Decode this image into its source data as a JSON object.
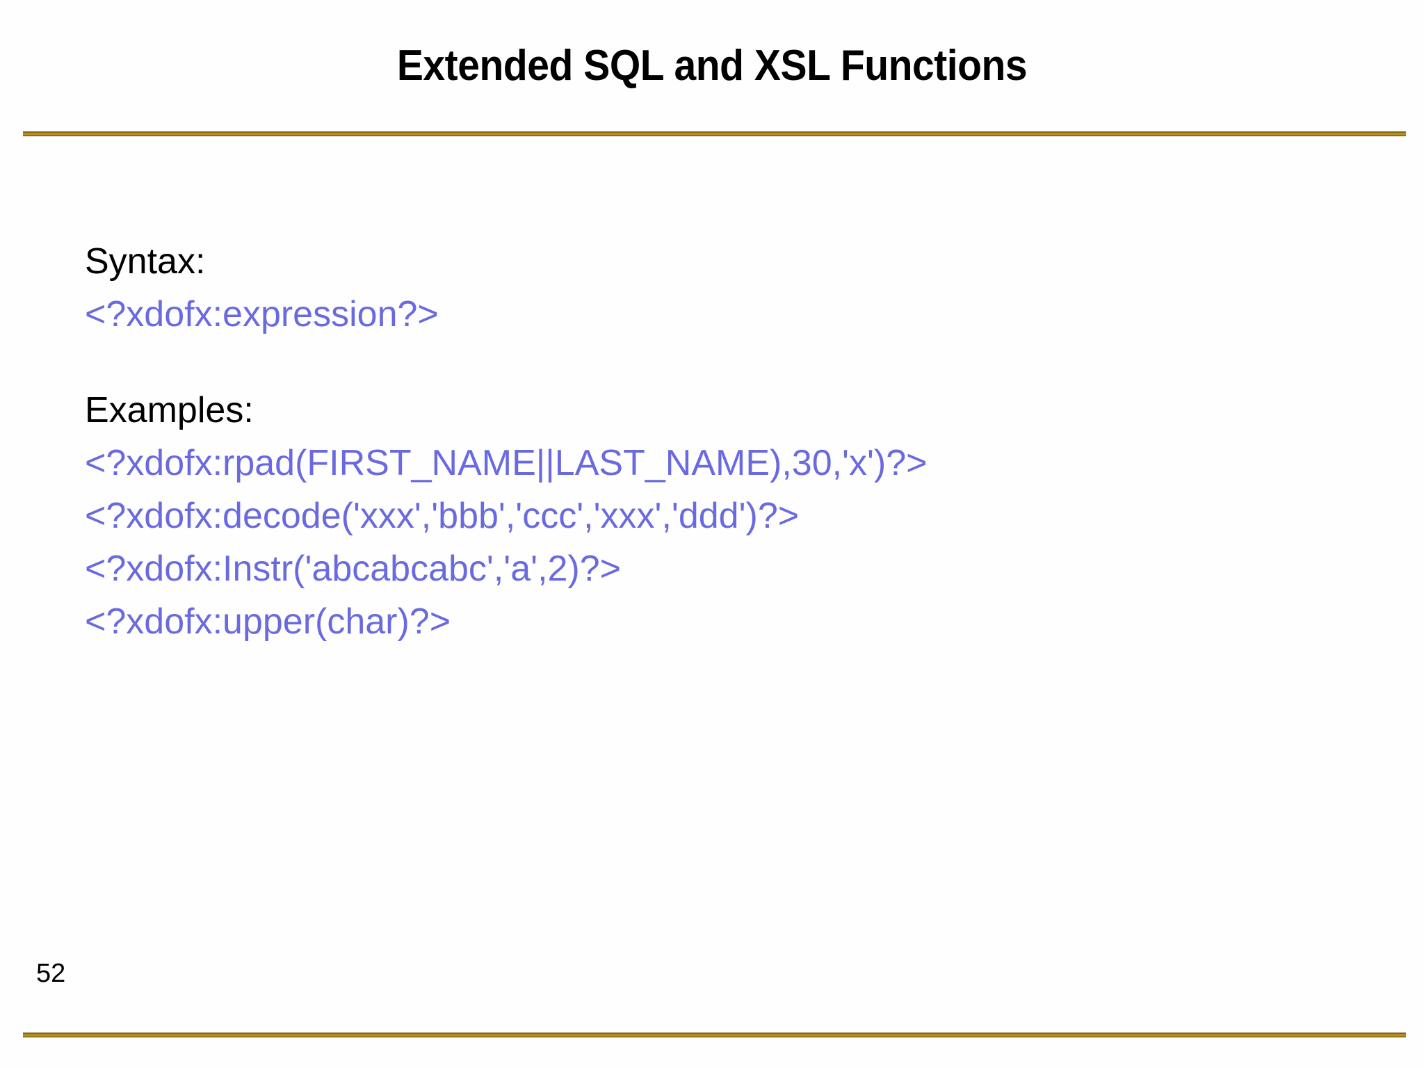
{
  "slide": {
    "title": "Extended SQL and XSL Functions",
    "page_number": "52",
    "accent_rule_color": "#8a6a12",
    "code_color": "#6a6ae0",
    "text_color": "#000000",
    "background_color": "#fefefe"
  },
  "content": {
    "syntax_label": "Syntax:",
    "syntax_code": "<?xdofx:expression?>",
    "examples_label": "Examples:",
    "examples": [
      "<?xdofx:rpad(FIRST_NAME||LAST_NAME),30,'x')?>",
      "<?xdofx:decode('xxx','bbb','ccc','xxx','ddd')?>",
      "<?xdofx:Instr('abcabcabc','a',2)?>",
      "<?xdofx:upper(char)?>"
    ]
  }
}
